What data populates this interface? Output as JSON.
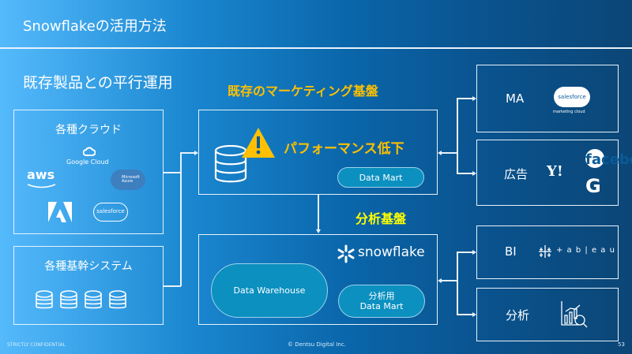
{
  "header": {
    "title": "Snowflakeの活用方法"
  },
  "subtitle": "既存製品との平行運用",
  "left": {
    "cloud": {
      "title": "各種クラウド",
      "logos": {
        "google": "Google Cloud",
        "aws": "aws",
        "azure": "Microsoft Azure",
        "adobe": "adobe-logo",
        "salesforce": "salesforce"
      }
    },
    "systems": {
      "title": "各種基幹システム",
      "icon": "database-icon"
    }
  },
  "center": {
    "legacy": {
      "heading": "既存のマーケティング基盤",
      "warning": "パフォーマンス低下",
      "data_mart": "Data Mart"
    },
    "analysis": {
      "heading": "分析基盤",
      "brand": "snowflake",
      "warehouse": "Data Warehouse",
      "mart_line1": "分析用",
      "mart_line2": "Data Mart"
    }
  },
  "right": {
    "ma": {
      "label": "MA",
      "logo": "salesforce",
      "logo_sub": "marketing cloud"
    },
    "ads": {
      "label": "広告",
      "logos": [
        "Y!",
        "facebook",
        "G"
      ]
    },
    "bi": {
      "label": "BI",
      "logo": "+ a b | e a u"
    },
    "analytics": {
      "label": "分析",
      "icon": "chart-magnifier-icon"
    }
  },
  "footer": {
    "confidential": "STRICTLY CONFIDENTIAL",
    "copyright": "© Dentsu Digital Inc.",
    "page": "53"
  },
  "colors": {
    "heading_orange": "#ffc000",
    "heading_yellow": "#ffff00",
    "warning": "#ffc000",
    "pill": "#0b90c0"
  }
}
